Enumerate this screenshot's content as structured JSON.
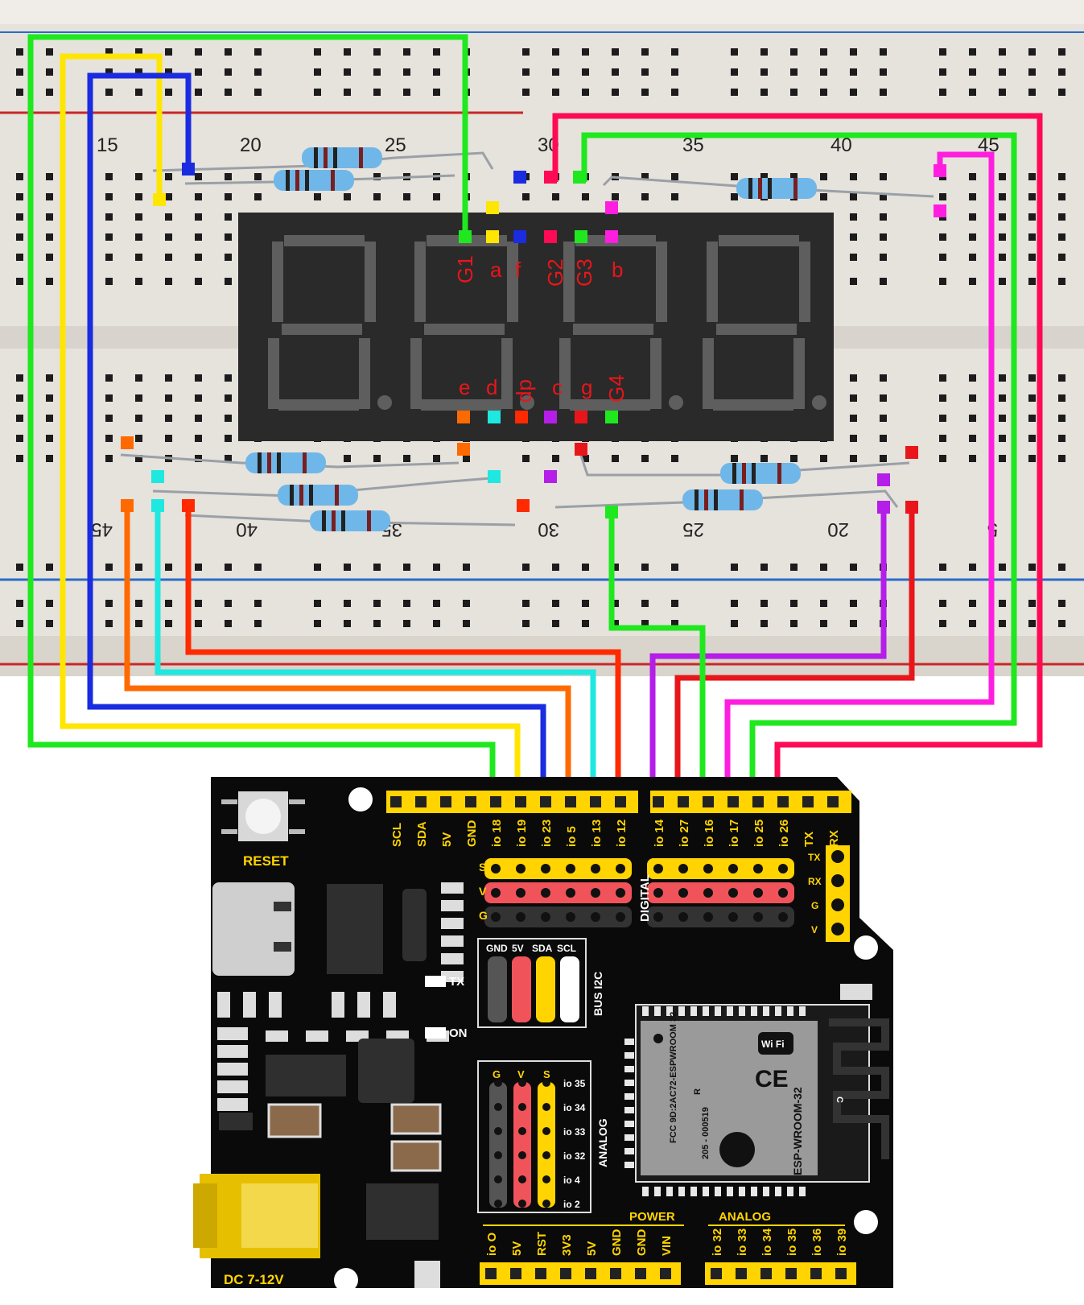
{
  "breadboard": {
    "top_row_numbers": [
      "15",
      "20",
      "25",
      "30",
      "35",
      "40",
      "45"
    ],
    "bottom_row_numbers": [
      "45",
      "40",
      "35",
      "30",
      "25",
      "20",
      "5"
    ]
  },
  "display": {
    "top_pins": [
      "G1",
      "a",
      "f",
      "G2",
      "G3",
      "b"
    ],
    "bottom_pins": [
      "e",
      "d",
      "dp",
      "c",
      "g",
      "G4"
    ]
  },
  "board": {
    "reset_label": "RESET",
    "dc_label": "DC 7-12V",
    "digital_label": "DIGITAL",
    "header_left": [
      "SCL",
      "SDA",
      "5V",
      "GND",
      "io 18",
      "io 19",
      "io 23",
      "io 5",
      "io 13",
      "io 12"
    ],
    "header_right": [
      "io 14",
      "io 27",
      "io 16",
      "io 17",
      "io 25",
      "io 26",
      "TX",
      "RX"
    ],
    "svg_rows": [
      "S",
      "V",
      "G"
    ],
    "uart_labels": [
      "TX",
      "RX",
      "G",
      "V"
    ],
    "i2c_header": [
      "GND",
      "5V",
      "SDA",
      "SCL"
    ],
    "i2c_label": "BUS I2C",
    "analog_header": [
      "G",
      "V",
      "S"
    ],
    "analog_label": "ANALOG",
    "analog_pins": [
      "io 35",
      "io 34",
      "io 33",
      "io 32",
      "io 4",
      "io 2"
    ],
    "tx_led": "TX",
    "on_led": "ON",
    "power_title": "POWER",
    "power_pins": [
      "io O",
      "5V",
      "RST",
      "3V3",
      "5V",
      "GND",
      "GND",
      "VIN"
    ],
    "analog_title": "ANALOG",
    "analog_bottom_pins": [
      "io 32",
      "io 33",
      "io 34",
      "io 35",
      "io 36",
      "io 39"
    ],
    "module": {
      "wifi": "Wi Fi",
      "name": "ESP-WROOM-32",
      "fcc": "FCC 9D:2AC72-ESPWROOM 32",
      "r": "R",
      "code": "205 - 000519",
      "ce": "CE",
      "c": "C"
    }
  },
  "colors": {
    "green": "#1fe81f",
    "yellow": "#ffe600",
    "blue": "#1a2be0",
    "red_pink": "#ff0a55",
    "magenta": "#ff1ee0",
    "orange": "#ff6a00",
    "cyan": "#1ee8e0",
    "red": "#ff2a00",
    "purple": "#b41ee8",
    "red2": "#e8161a"
  }
}
